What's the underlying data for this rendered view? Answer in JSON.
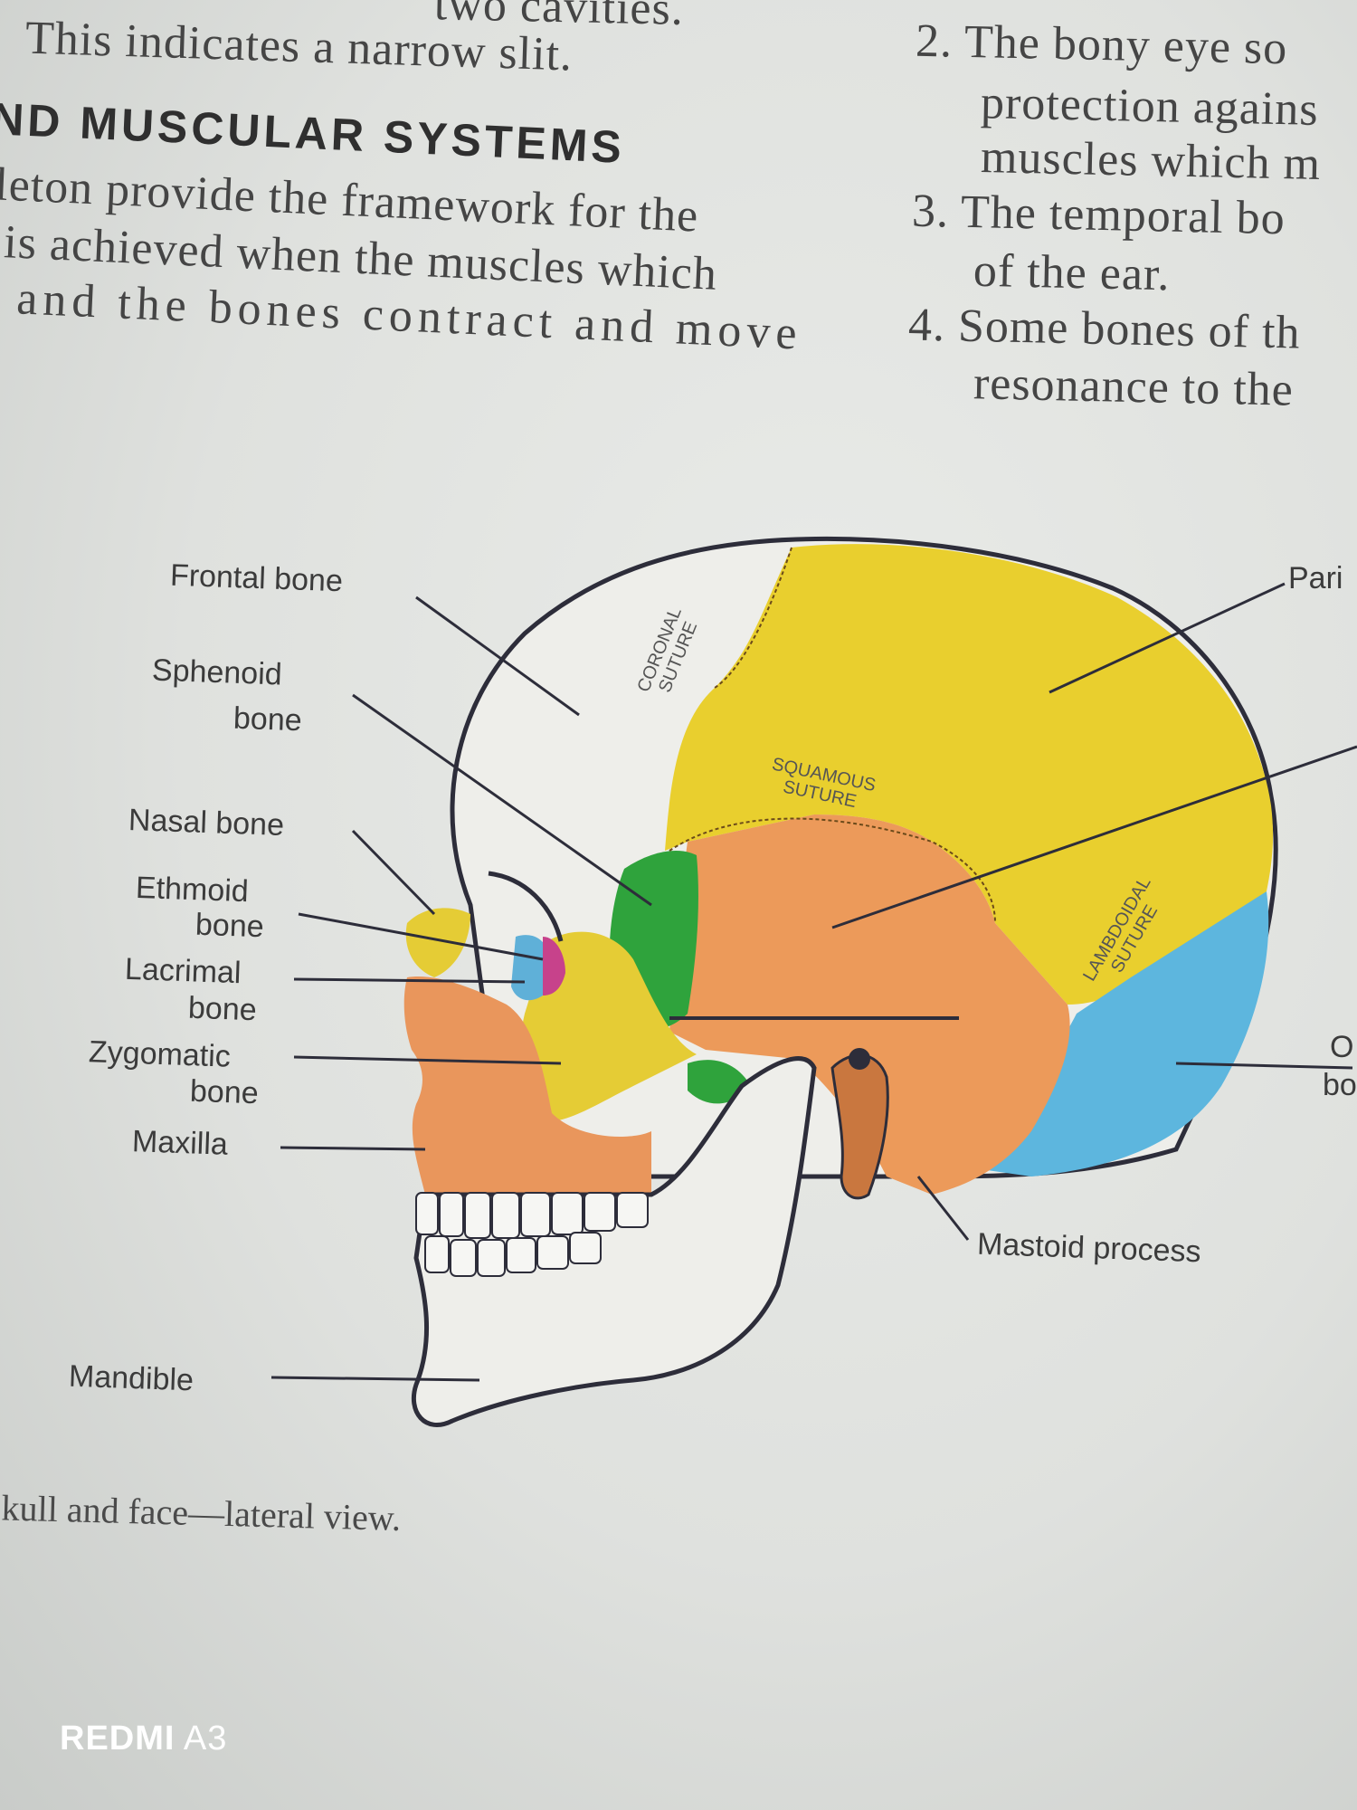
{
  "text_left": {
    "line1": "two cavities.",
    "line2": "This indicates a narrow slit.",
    "heading": "ND MUSCULAR SYSTEMS",
    "para1": "leton provide the framework for the",
    "para2": "is achieved when the muscles which",
    "para3": "and the bones contract and move"
  },
  "text_right": {
    "line1": "2. The bony eye so",
    "line2": "protection agains",
    "line3": "muscles which m",
    "line4": "3. The temporal bo",
    "line5": "of the ear.",
    "line6": "4. Some bones of th",
    "line7": "resonance to the"
  },
  "labels": {
    "frontal": "Frontal bone",
    "sphenoid1": "Sphenoid",
    "sphenoid2": "bone",
    "nasal": "Nasal bone",
    "ethmoid1": "Ethmoid",
    "ethmoid2": "bone",
    "lacrimal1": "Lacrimal",
    "lacrimal2": "bone",
    "zygomatic1": "Zygomatic",
    "zygomatic2": "bone",
    "maxilla": "Maxilla",
    "mandible": "Mandible",
    "mastoid": "Mastoid process",
    "parietal": "Pari",
    "occipital1": "O",
    "occipital2": "bo"
  },
  "sutures": {
    "coronal1": "CORONAL",
    "coronal2": "SUTURE",
    "squamous1": "SQUAMOUS",
    "squamous2": "SUTURE",
    "lambdoidal1": "LAMBDOIDAL",
    "lambdoidal2": "SUTURE"
  },
  "caption": "skull and face—lateral view.",
  "watermark": {
    "brand": "REDMI",
    "model": "A3"
  },
  "colors": {
    "parietal": "#e9cf2e",
    "temporal": "#ec9a5a",
    "sphenoid": "#2fa33c",
    "occipital": "#5db6de",
    "ethmoid": "#c7428b",
    "lacrimal": "#5fb0d8",
    "zygomatic": "#e5cc35",
    "maxilla": "#e9965c",
    "outline": "#2d2d3a"
  }
}
